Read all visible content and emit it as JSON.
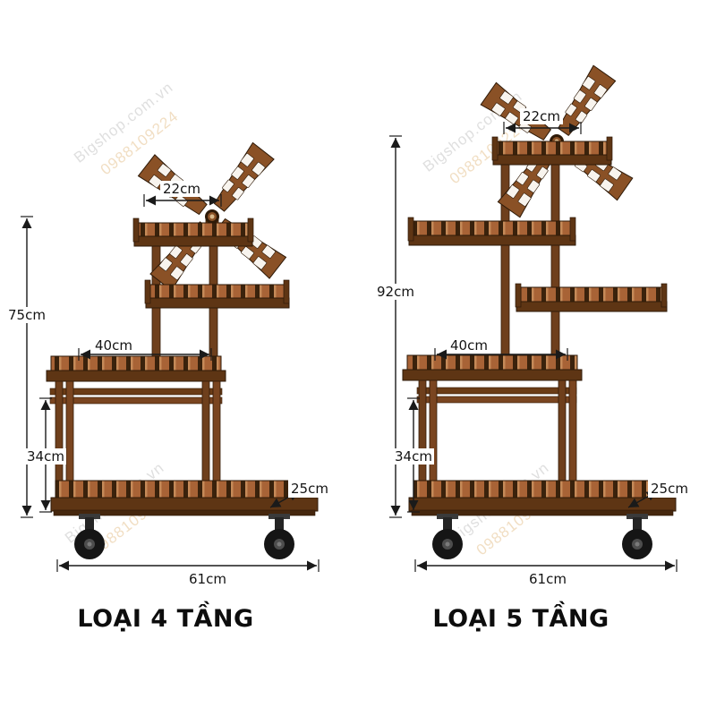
{
  "watermark": {
    "name": "Bigshop.com.vn",
    "phone": "0988109224"
  },
  "left_product": {
    "caption": "LOẠI 4 TẦNG",
    "dim_top_width": "22cm",
    "dim_height": "75cm",
    "dim_mid_width": "40cm",
    "dim_lower_height": "34cm",
    "dim_depth": "25cm",
    "dim_base_width": "61cm"
  },
  "right_product": {
    "caption": "LOẠI 5 TẦNG",
    "dim_top_width": "22cm",
    "dim_height": "92cm",
    "dim_mid_width": "40cm",
    "dim_lower_height": "34cm",
    "dim_depth": "25cm",
    "dim_base_width": "61cm"
  },
  "colors": {
    "wood_dark": "#5e3514",
    "wood_mid": "#8a5126",
    "wood_slat": "#a86336",
    "wheel": "#151515",
    "dimension_line": "#1a1a1a",
    "watermark_name": "#c6c6c6",
    "watermark_phone": "#e6c493"
  }
}
